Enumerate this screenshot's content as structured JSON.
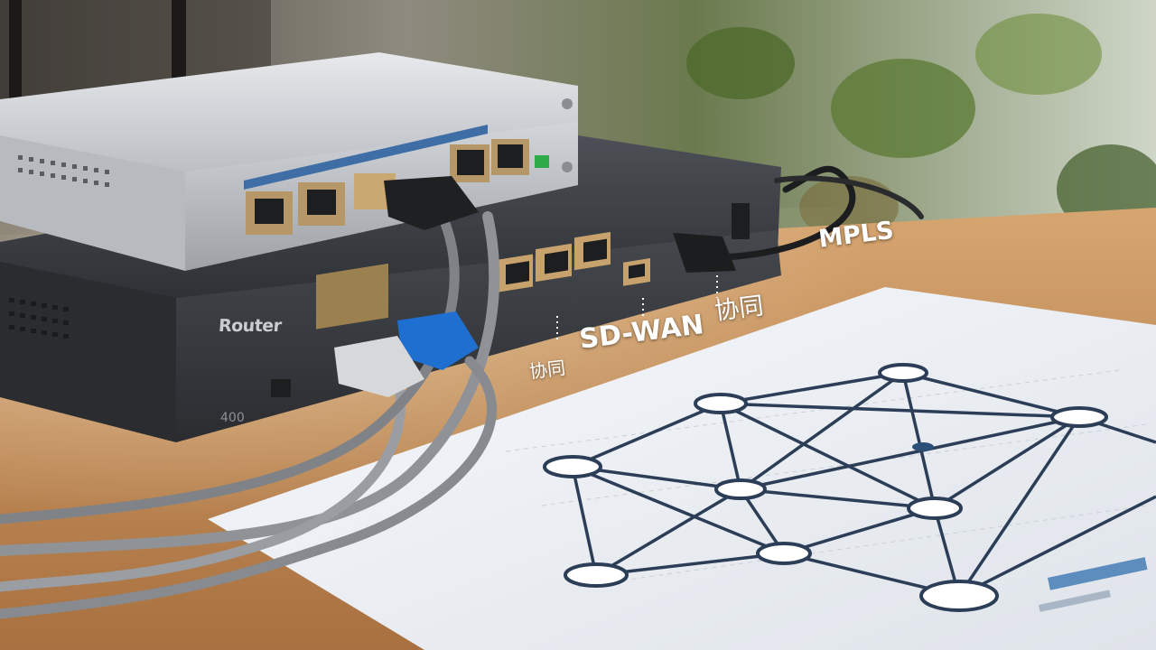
{
  "scene": {
    "device_brand": "Router",
    "device_model": "400",
    "labels": {
      "mpls": "MPLS",
      "coop_right": "协同",
      "sdwan": "SD-WAN",
      "coop_left": "协同"
    }
  },
  "colors": {
    "desk": "#c79563",
    "router_top": "#c8ccd1",
    "router_bottom": "#3a3d42",
    "cable_blue": "#1f6fd1",
    "cable_gray": "#9a9ea3",
    "cable_black": "#1c1d1f",
    "diagram_line": "#2c3e57",
    "paper": "#eef1f5"
  },
  "icons": [
    "ethernet-port-icon",
    "sfp-port-icon",
    "network-node-icon"
  ]
}
